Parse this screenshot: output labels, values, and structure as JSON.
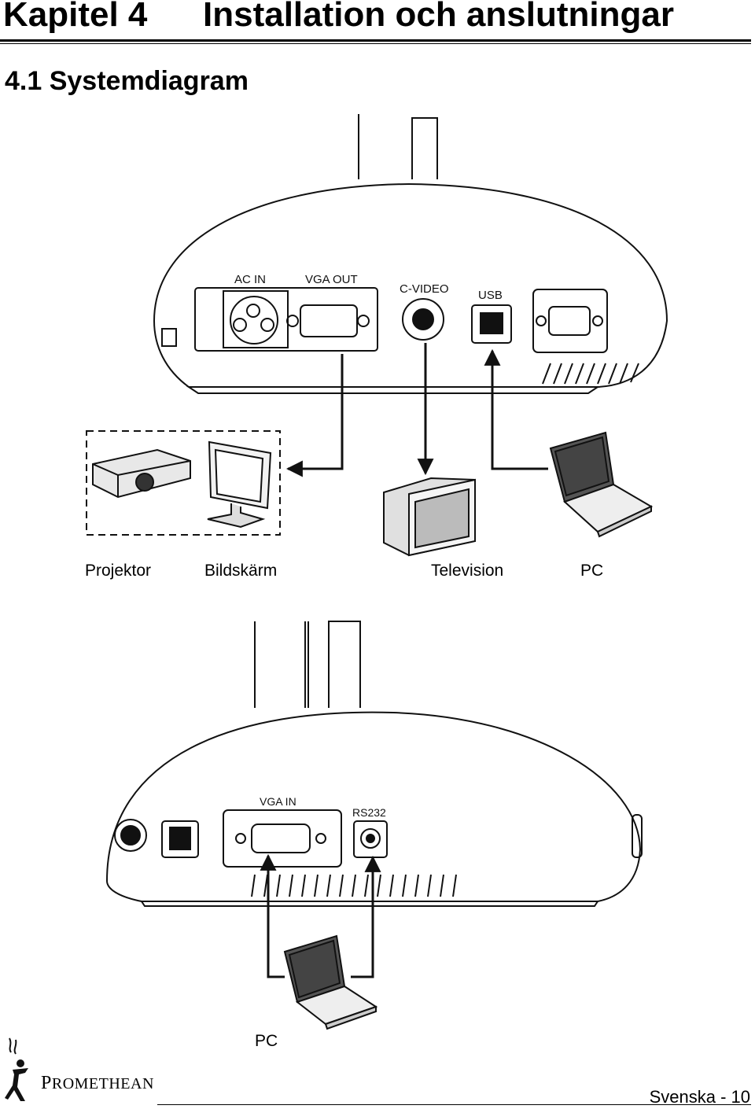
{
  "header": {
    "chapter": "Kapitel 4",
    "title": "Installation och anslutningar"
  },
  "section": {
    "title": "4.1 Systemdiagram"
  },
  "top_panel": {
    "ports": {
      "ac_in": "AC IN",
      "vga_out": "VGA OUT",
      "c_video": "C-VIDEO",
      "usb": "USB"
    },
    "devices": {
      "projector": "Projektor",
      "monitor": "Bildskärm",
      "television": "Television",
      "pc": "PC"
    }
  },
  "bottom_panel": {
    "ports": {
      "vga_in": "VGA IN",
      "rs232": "RS232"
    },
    "devices": {
      "pc": "PC"
    }
  },
  "footer": {
    "brand_initial": "P",
    "brand_rest": "ROMETHEAN",
    "page": "Svenska - 10"
  }
}
